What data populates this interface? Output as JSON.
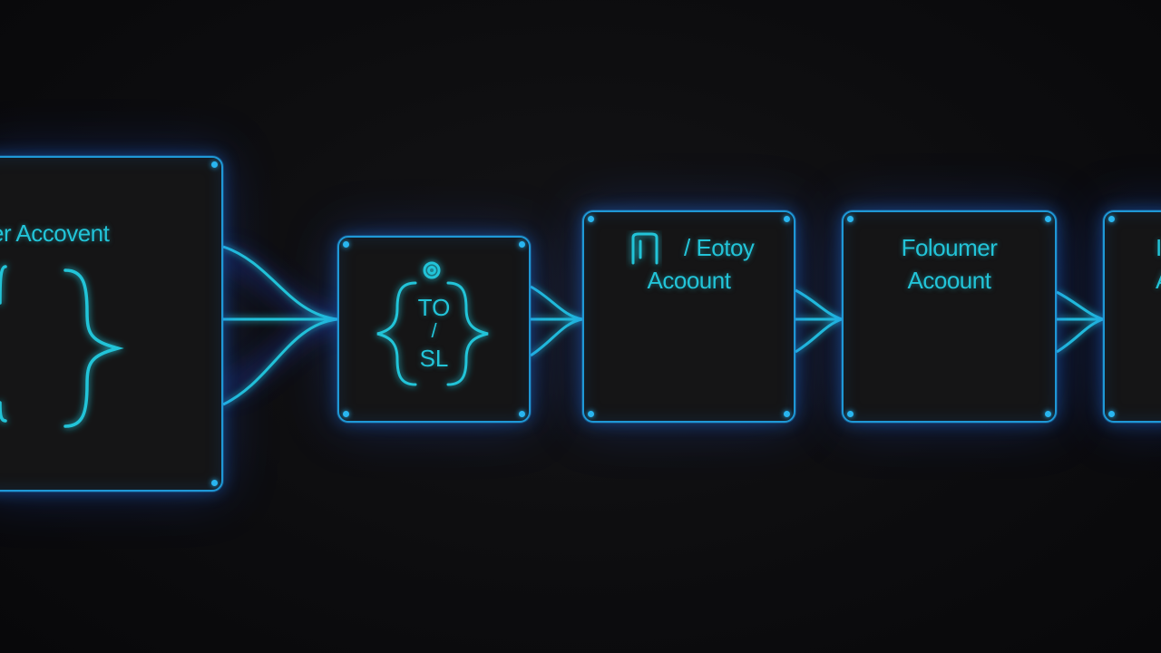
{
  "nodes": {
    "source": {
      "title": "er Accovent"
    },
    "filter": {
      "top": "TO",
      "sep": "/",
      "bottom": "SL"
    },
    "entry": {
      "glyph": "[]",
      "title_line1": "/ Eotoy",
      "title_line2": "Acoount"
    },
    "follower": {
      "title_line1": "Foloumer",
      "title_line2": "Acoount"
    },
    "partial": {
      "title_line1": "I",
      "title_line2": "A"
    }
  },
  "colors": {
    "line": "#22c4d8",
    "border": "#1f98d6",
    "glow": "#2a6bff",
    "node_fill": "#151516",
    "background": "#0c0c0d"
  }
}
